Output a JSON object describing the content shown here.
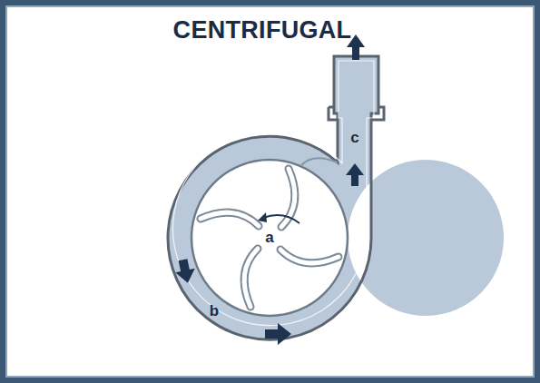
{
  "diagram": {
    "title": "CENTRIFUGAL",
    "labels": [
      "a",
      "b",
      "c"
    ]
  }
}
